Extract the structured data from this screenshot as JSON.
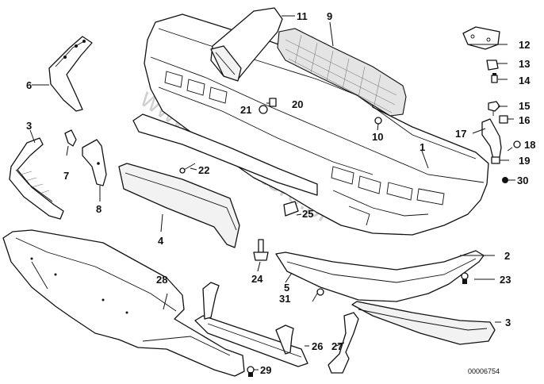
{
  "diagram": {
    "reference_code": "00006754",
    "watermark": "www.BMWstore.pl",
    "callouts": [
      "1",
      "2",
      "3",
      "3",
      "4",
      "5",
      "6",
      "7",
      "8",
      "9",
      "10",
      "11",
      "12",
      "13",
      "14",
      "15",
      "16",
      "17",
      "18",
      "19",
      "20",
      "21",
      "22",
      "23",
      "25",
      "24",
      "26",
      "27",
      "28",
      "29",
      "30",
      "31"
    ]
  }
}
